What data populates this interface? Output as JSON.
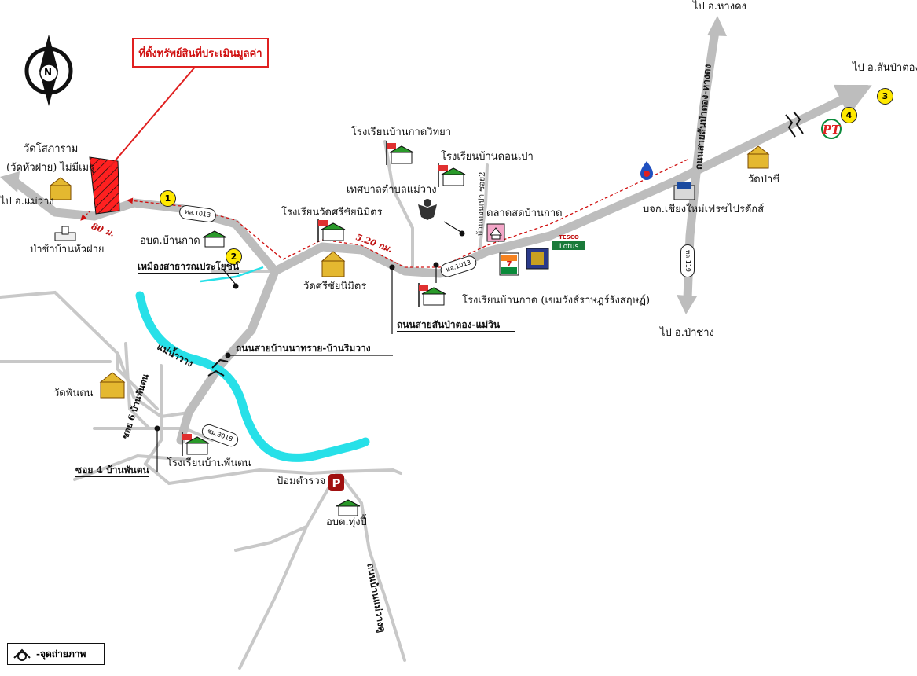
{
  "map_title": "ที่ตั้งทรัพย์สินที่ประเมินมูลค่า",
  "legend": {
    "text": "-จุดถ่ายภาพ"
  },
  "compass": {
    "letter": "N"
  },
  "distances": {
    "d80": "80 ม.",
    "d520": "5.20 กม."
  },
  "route_tags": {
    "r1013a": "ทล.1013",
    "r1013b": "ทล.1013",
    "r1019": "ทล.119",
    "r3018": "ชม.3018"
  },
  "photo_points": [
    "1",
    "2",
    "3",
    "4"
  ],
  "labels": {
    "to_hang_dong": "ไป อ.หางดง",
    "to_san_pa_tong": "ไป อ.สันป่าตอง",
    "to_mae_wang": "ไป อ.แม่วาง",
    "to_pa_sang": "ไป อ.ป่าซาง",
    "wat_sophararam": "วัดโสภาราม",
    "wat_hua_fai": "(วัดหัวฝาย) ไม่มีเมรุ",
    "cemetery": "ป่าช้าบ้านหัวฝาย",
    "sao_ban_kad": "อบต.บ้านกาด",
    "school_kad_witthaya": "โรงเรียนบ้านกาดวิทยา",
    "school_don_pao": "โรงเรียนบ้านดอนเปา",
    "municipality": "เทศบาลตำบลแม่วาง",
    "school_wat_sri": "โรงเรียนวัดศรีชัยนิมิตร",
    "market": "ตลาดสดบ้านกาด",
    "wat_sri": "วัดศรีชัยนิมิตร",
    "public_ditch": "เหมืองสาธารณประโยชน์",
    "school_ban_kad": "โรงเรียนบ้านกาด (เขมวังส์ราษฎร์รังสฤษฏ์)",
    "road_san_pa_tong_mae_win": "ถนนสายสันป่าตอง-แม่วิน",
    "road_na_sai": "ถนนสายบ้านนาทราย-บ้านริมวาง",
    "company": "บจก.เชียงใหม่เฟรชไปรดักส์",
    "wat_pa_chi": "วัดป่าชี",
    "wat_phan_ton": "วัดพันตน",
    "school_phan_ton": "โรงเรียนบ้านพันตน",
    "soi4": "ซอย 4 บ้านพันตน",
    "police": "ป้อมตำรวจ",
    "sao_thung_pi": "อบต.ทุ่งปี้",
    "river": "แม่น้ำวาง",
    "road_hang_dong": "ถนนสายสันป่าตอง-หางดง",
    "road_don_pao": "บ้านดอนเปา ซอย2",
    "road_mae_wang_ku": "ถนนบ้านแม่วางคู",
    "soi_phan_ton": "ซอย 6 บ้านพันตน",
    "tesco_top": "TESCO",
    "tesco_bottom": "Lotus",
    "seven": "7"
  },
  "colors": {
    "road": "#bdbdbd",
    "river": "#27e0e8",
    "target": "#ee1111",
    "route": "#d01010",
    "flag": "#e03030"
  }
}
